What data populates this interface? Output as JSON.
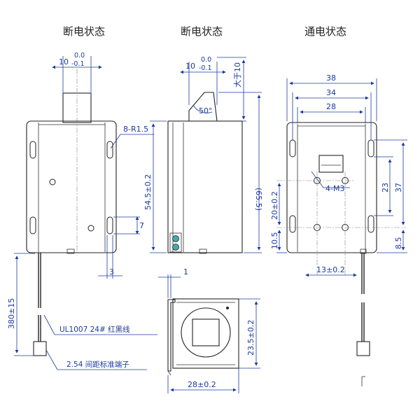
{
  "titles": {
    "view1": "断电状态",
    "view2": "断电状态",
    "view3": "通电状态"
  },
  "view1": {
    "plunger_tol_top": "0.0",
    "plunger_tol_base": "10",
    "plunger_tol_bottom": "-0.1",
    "slots": "8-R1.5",
    "slot_len": "7",
    "slot_width": "3",
    "wire_len": "380±15",
    "wire_spec": "UL1007  24#  红黑线",
    "terminal": "2.54 间距标准端子"
  },
  "view2": {
    "plunger_tol_top": "0.0",
    "plunger_tol_base": "10",
    "plunger_tol_bottom": "-0.1",
    "stroke_note": "大于10",
    "angle": "50°",
    "body_height": "54.5±0.2",
    "total_height": "(65.5)"
  },
  "view3": {
    "width_38": "38",
    "width_34": "34",
    "width_28": "28",
    "holes": "4-M3",
    "dim_23": "23",
    "dim_37": "37",
    "dim_20": "20±0.2",
    "dim_105": "10.5",
    "dim_85": "8.5",
    "dim_13": "13±0.2"
  },
  "bottom": {
    "thickness": "1",
    "height": "23.5±0.2",
    "width": "28±0.2"
  }
}
